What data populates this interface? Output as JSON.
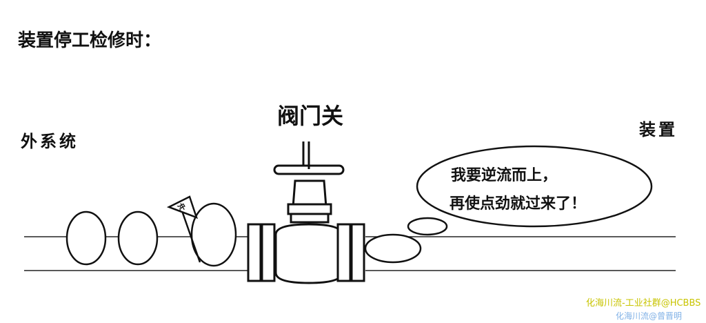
{
  "title": "装置停工检修时：",
  "labels": {
    "valve_state": "阀门关",
    "outer_system": "外系统",
    "device": "装置"
  },
  "speech_bubble": {
    "line1": "我要逆流而上，",
    "line2": "再使点劲就过来了！"
  },
  "flag_text": "冲",
  "watermark": {
    "primary": "化海川流-工业社群@HCBBS",
    "secondary": "化海川流@曾晋明"
  }
}
